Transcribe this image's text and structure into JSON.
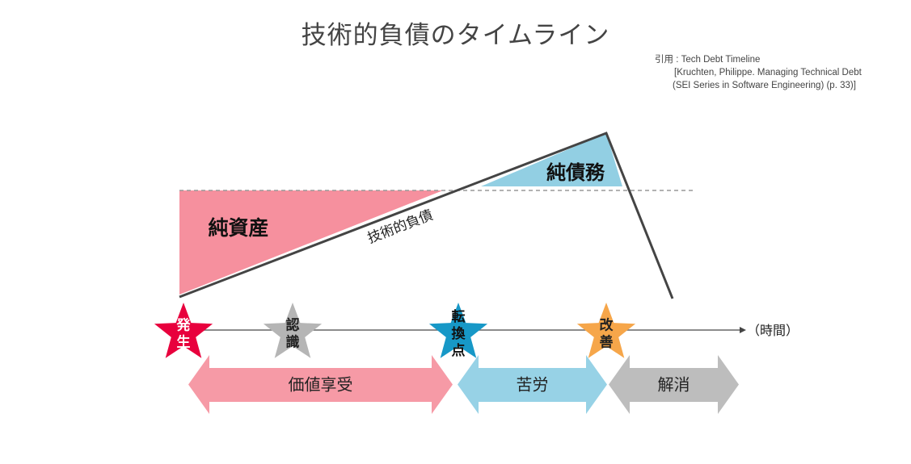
{
  "title": "技術的負債のタイムライン",
  "citation": {
    "line1": "引用 : Tech Debt Timeline",
    "line2": "[Kruchten, Philippe. Managing Technical Debt",
    "line3": "(SEI Series in Software Engineering) (p. 33)]"
  },
  "areas": {
    "net_assets": "純資産",
    "net_debt": "純債務",
    "debt_line": "技術的負債"
  },
  "axis_label": "（時間）",
  "stars": [
    {
      "line1": "発",
      "line2": "生",
      "line3": "",
      "color": "#e8003d",
      "text_color": "#ffffff"
    },
    {
      "line1": "認",
      "line2": "識",
      "line3": "",
      "color": "#b5b5b5",
      "text_color": "#222222"
    },
    {
      "line1": "転",
      "line2": "換",
      "line3": "点",
      "color": "#1798c7",
      "text_color": "#111111"
    },
    {
      "line1": "改",
      "line2": "善",
      "line3": "",
      "color": "#f6a64a",
      "text_color": "#222222"
    }
  ],
  "phases": [
    {
      "label": "価値享受",
      "color": "#f69aa6"
    },
    {
      "label": "苦労",
      "color": "#97d2e6"
    },
    {
      "label": "解消",
      "color": "#bdbdbd"
    }
  ],
  "colors": {
    "net_assets": "#f6909e",
    "net_debt": "#92cfe3",
    "line": "#444444",
    "dashed": "#999999"
  }
}
